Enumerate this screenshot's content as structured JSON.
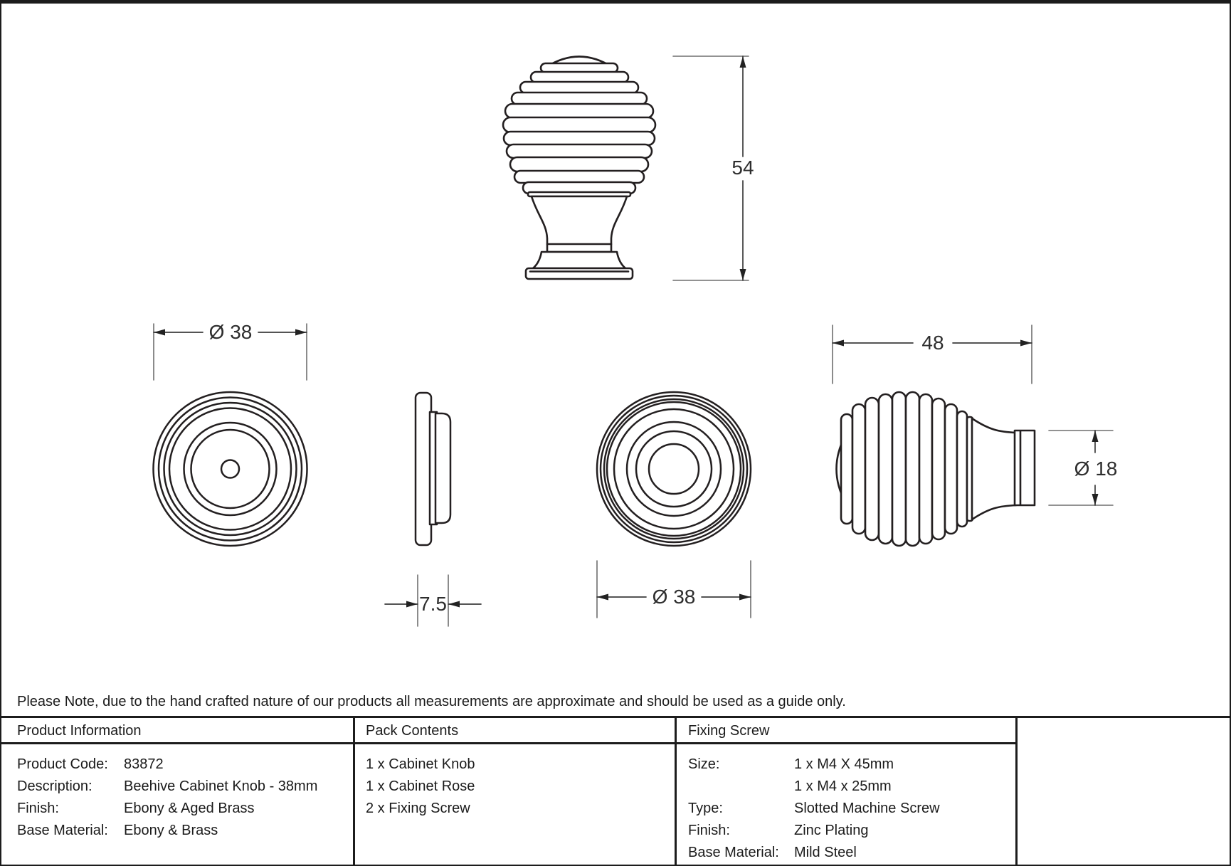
{
  "note": "Please Note, due to the hand crafted nature of our products all measurements are approximate and should be used as a guide only.",
  "dimensions": {
    "overall_height": "54",
    "rose_diameter": "Ø 38",
    "rose_thickness": "7.5",
    "knob_diameter": "Ø 38",
    "knob_projection": "48",
    "stem_diameter": "Ø 18"
  },
  "table": {
    "product_info": {
      "header": "Product Information",
      "rows": [
        {
          "label": "Product Code:",
          "value": "83872"
        },
        {
          "label": "Description:",
          "value": "Beehive Cabinet Knob - 38mm"
        },
        {
          "label": "Finish:",
          "value": "Ebony & Aged Brass"
        },
        {
          "label": "Base Material:",
          "value": "Ebony & Brass"
        }
      ]
    },
    "pack_contents": {
      "header": "Pack Contents",
      "items": [
        "1 x Cabinet Knob",
        "1 x Cabinet Rose",
        "2 x Fixing Screw"
      ]
    },
    "fixing_screw": {
      "header": "Fixing Screw",
      "rows": [
        {
          "label": "Size:",
          "value": "1 x M4 X 45mm"
        },
        {
          "label": "",
          "value": "1 x M4 x 25mm"
        },
        {
          "label": "Type:",
          "value": "Slotted Machine Screw"
        },
        {
          "label": "Finish:",
          "value": "Zinc Plating"
        },
        {
          "label": "Base Material:",
          "value": "Mild Steel"
        }
      ]
    }
  },
  "colors": {
    "line": "#231f20",
    "dim_line": "#5a5a5a",
    "background": "#ffffff"
  }
}
